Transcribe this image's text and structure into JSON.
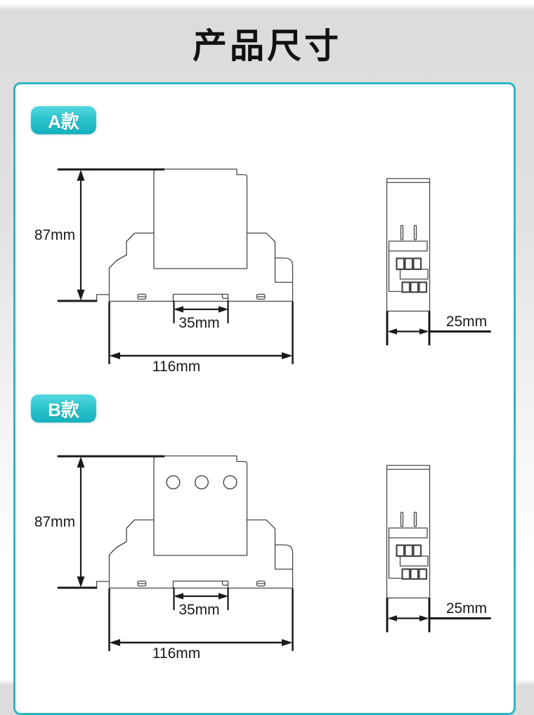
{
  "page": {
    "title": "产品尺寸"
  },
  "panel": {
    "accent_color": "#2ab5c3"
  },
  "sections": [
    {
      "badge": "A款",
      "front": {
        "height": "87mm",
        "rail": "35mm",
        "width": "116mm"
      },
      "side": {
        "depth": "25mm"
      }
    },
    {
      "badge": "B款",
      "front": {
        "height": "87mm",
        "rail": "35mm",
        "width": "116mm"
      },
      "side": {
        "depth": "25mm"
      }
    }
  ]
}
